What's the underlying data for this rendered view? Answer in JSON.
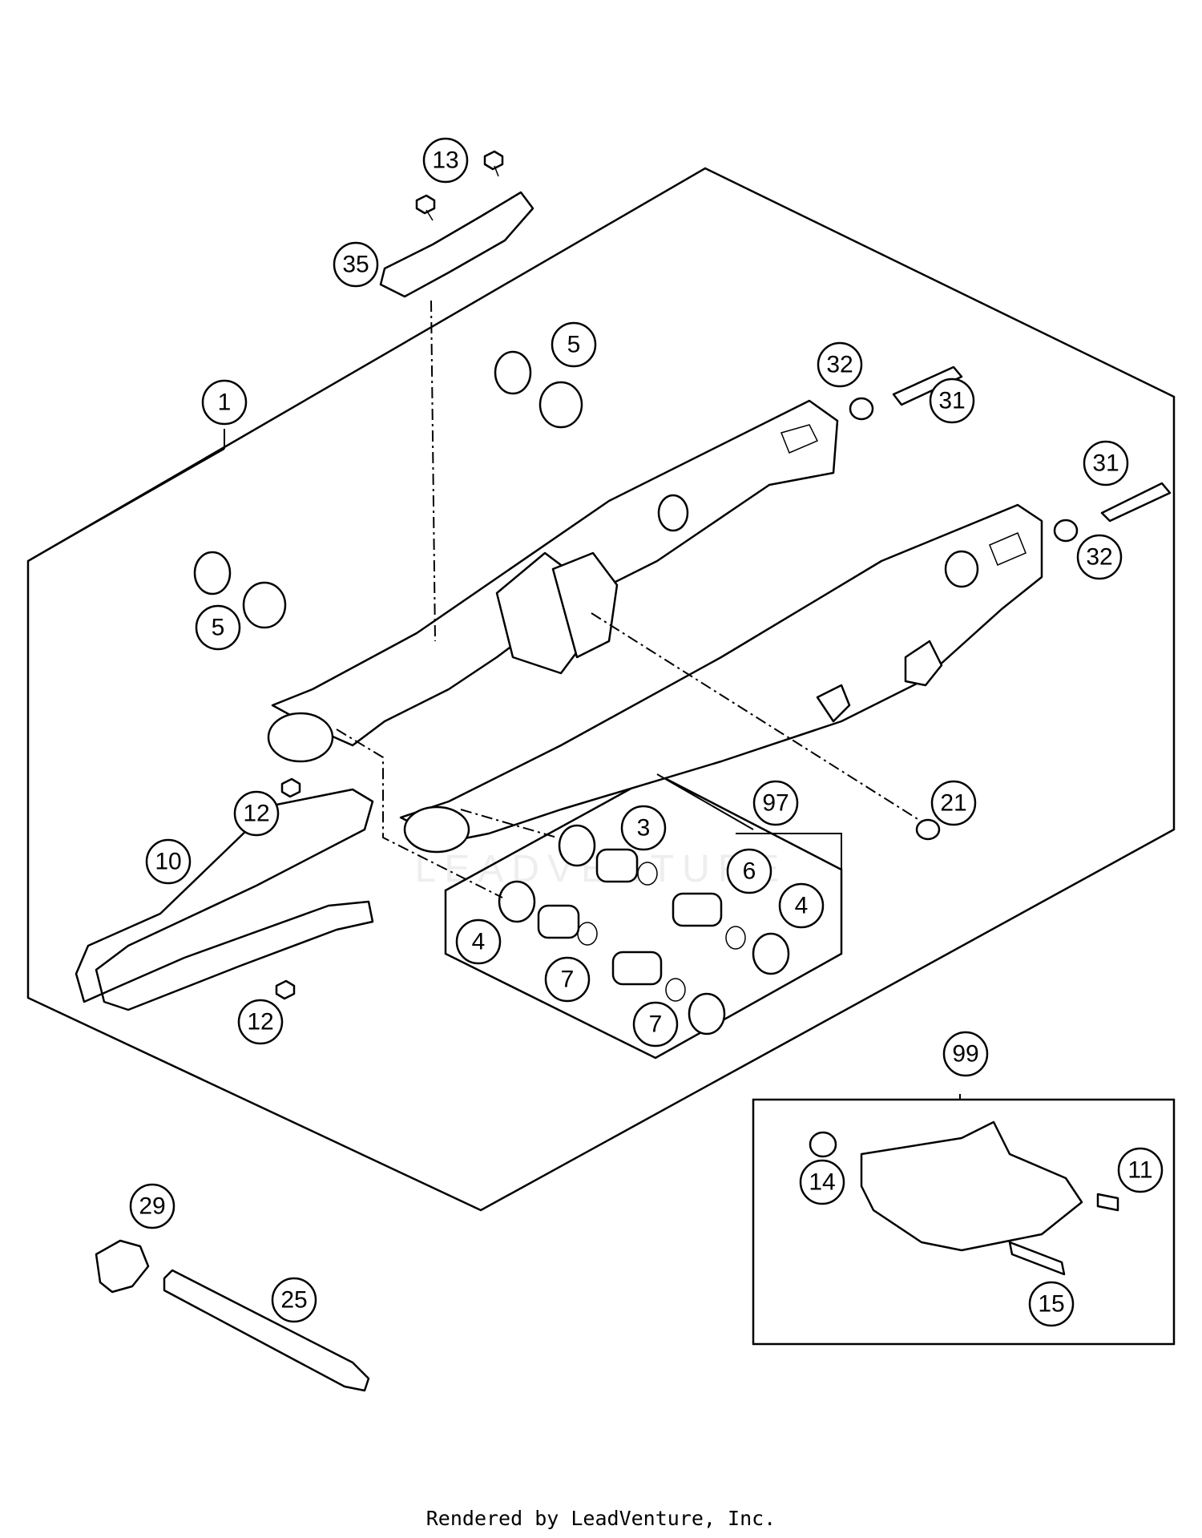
{
  "callouts": [
    {
      "label": "13"
    },
    {
      "label": "35"
    },
    {
      "label": "5"
    },
    {
      "label": "32"
    },
    {
      "label": "31"
    },
    {
      "label": "1"
    },
    {
      "label": "31"
    },
    {
      "label": "32"
    },
    {
      "label": "5"
    },
    {
      "label": "21"
    },
    {
      "label": "12"
    },
    {
      "label": "97"
    },
    {
      "label": "3"
    },
    {
      "label": "10"
    },
    {
      "label": "6"
    },
    {
      "label": "4"
    },
    {
      "label": "4"
    },
    {
      "label": "7"
    },
    {
      "label": "7"
    },
    {
      "label": "12"
    },
    {
      "label": "99"
    },
    {
      "label": "14"
    },
    {
      "label": "11"
    },
    {
      "label": "15"
    },
    {
      "label": "29"
    },
    {
      "label": "25"
    }
  ],
  "watermark": "LEADVENTURE",
  "footer": "Rendered by LeadVenture, Inc."
}
